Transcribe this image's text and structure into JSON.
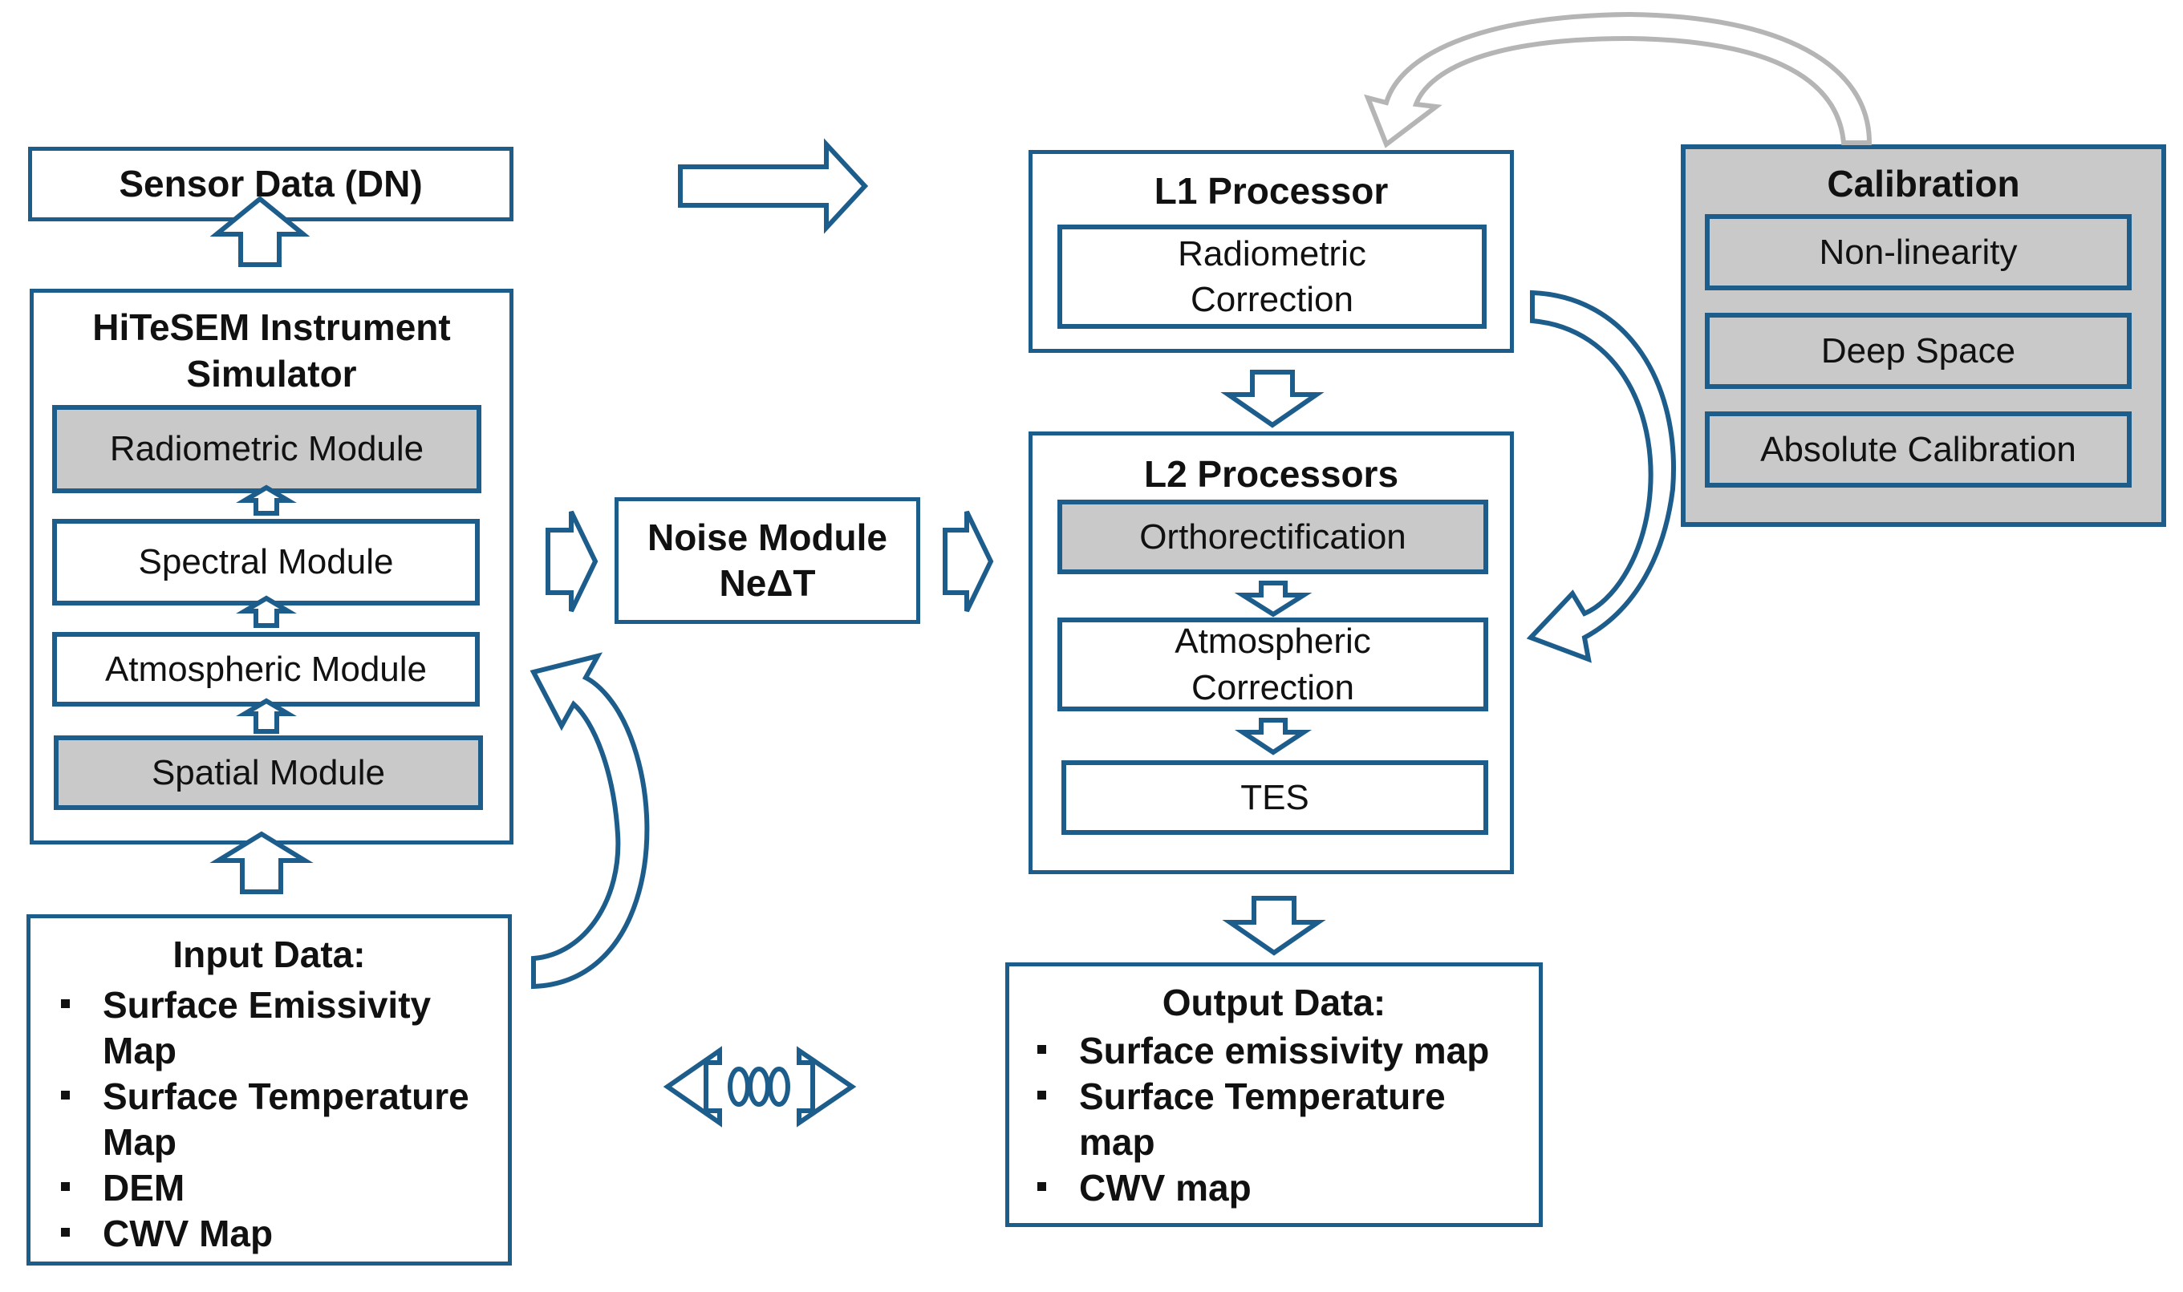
{
  "sensor_data": {
    "title": "Sensor Data (DN)"
  },
  "simulator": {
    "title": "HiTeSEM Instrument Simulator",
    "modules": [
      {
        "label": "Radiometric Module",
        "shaded": true
      },
      {
        "label": "Spectral Module",
        "shaded": false
      },
      {
        "label": "Atmospheric Module",
        "shaded": false
      },
      {
        "label": "Spatial Module",
        "shaded": true
      }
    ]
  },
  "input_data": {
    "title": "Input Data:",
    "items": [
      "Surface Emissivity Map",
      "Surface Temperature Map",
      "DEM",
      "CWV Map"
    ]
  },
  "noise_module": {
    "line1": "Noise Module",
    "line2": "NeΔT"
  },
  "l1_processor": {
    "title": "L1 Processor",
    "step": "Radiometric Correction"
  },
  "l2_processors": {
    "title": "L2 Processors",
    "steps": [
      {
        "label": "Orthorectification",
        "shaded": true
      },
      {
        "label": "Atmospheric Correction",
        "shaded": false
      },
      {
        "label": "TES",
        "shaded": false
      }
    ]
  },
  "calibration": {
    "title": "Calibration",
    "steps": [
      "Non-linearity",
      "Deep Space",
      "Absolute Calibration"
    ]
  },
  "output_data": {
    "title": "Output Data:",
    "items": [
      "Surface emissivity map",
      "Surface Temperature map",
      "CWV map"
    ]
  },
  "colors": {
    "border": "#1d5d8c",
    "shaded_fill": "#c9c9c9",
    "calibration_arrow": "#b5b5b5"
  },
  "icons": [
    "up-arrow-icon",
    "right-arrow-icon",
    "down-arrow-icon",
    "curved-arrow-icon",
    "double-arrow-icon"
  ]
}
